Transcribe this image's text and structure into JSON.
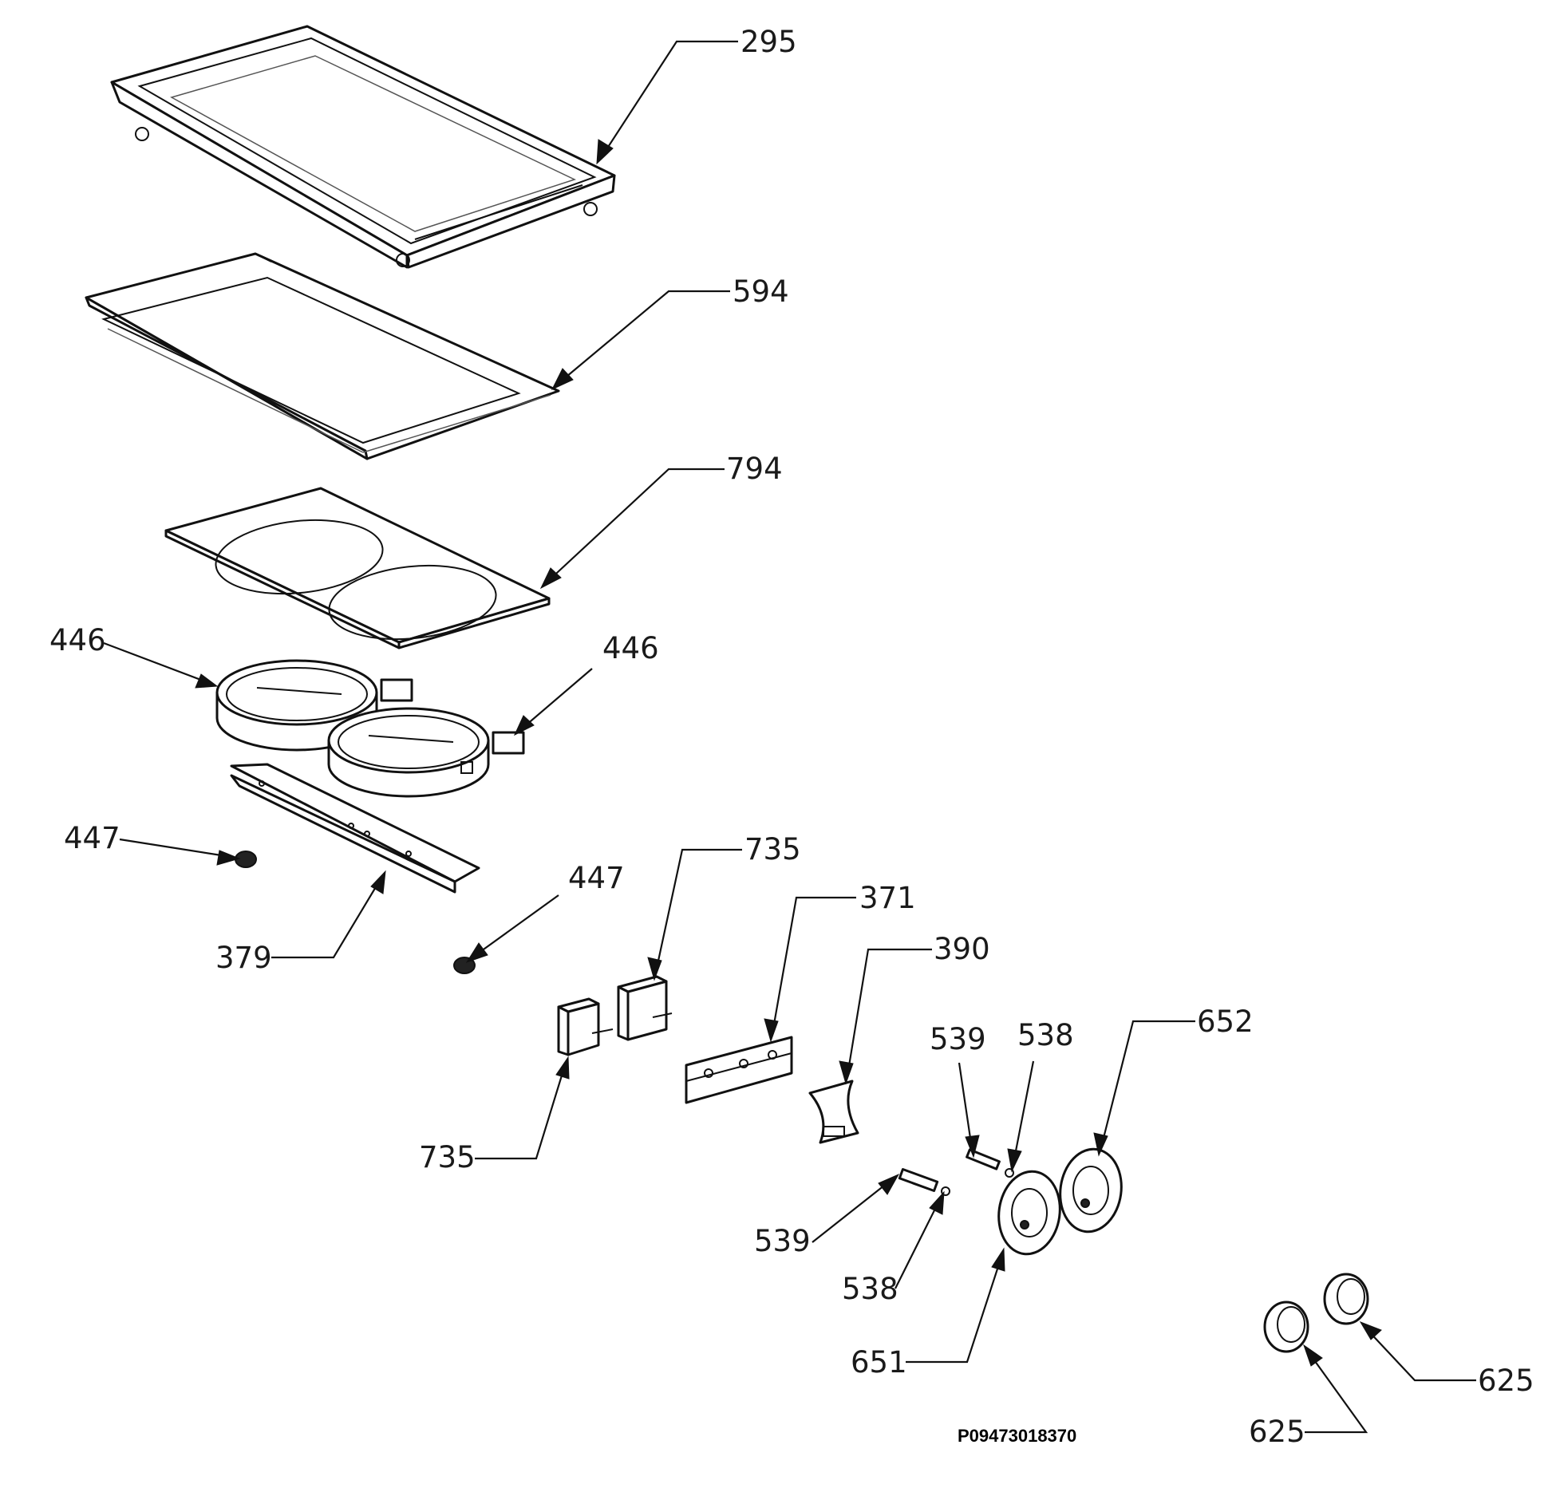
{
  "callouts": [
    {
      "id": "c295",
      "text": "295"
    },
    {
      "id": "c594",
      "text": "594"
    },
    {
      "id": "c794",
      "text": "794"
    },
    {
      "id": "c446a",
      "text": "446"
    },
    {
      "id": "c446b",
      "text": "446"
    },
    {
      "id": "c447a",
      "text": "447"
    },
    {
      "id": "c447b",
      "text": "447"
    },
    {
      "id": "c379",
      "text": "379"
    },
    {
      "id": "c735a",
      "text": "735"
    },
    {
      "id": "c735b",
      "text": "735"
    },
    {
      "id": "c371",
      "text": "371"
    },
    {
      "id": "c390",
      "text": "390"
    },
    {
      "id": "c539a",
      "text": "539"
    },
    {
      "id": "c538a",
      "text": "538"
    },
    {
      "id": "c652",
      "text": "652"
    },
    {
      "id": "c539b",
      "text": "539"
    },
    {
      "id": "c538b",
      "text": "538"
    },
    {
      "id": "c651",
      "text": "651"
    },
    {
      "id": "c625a",
      "text": "625"
    },
    {
      "id": "c625b",
      "text": "625"
    }
  ],
  "drawing_code": "P09473018370"
}
